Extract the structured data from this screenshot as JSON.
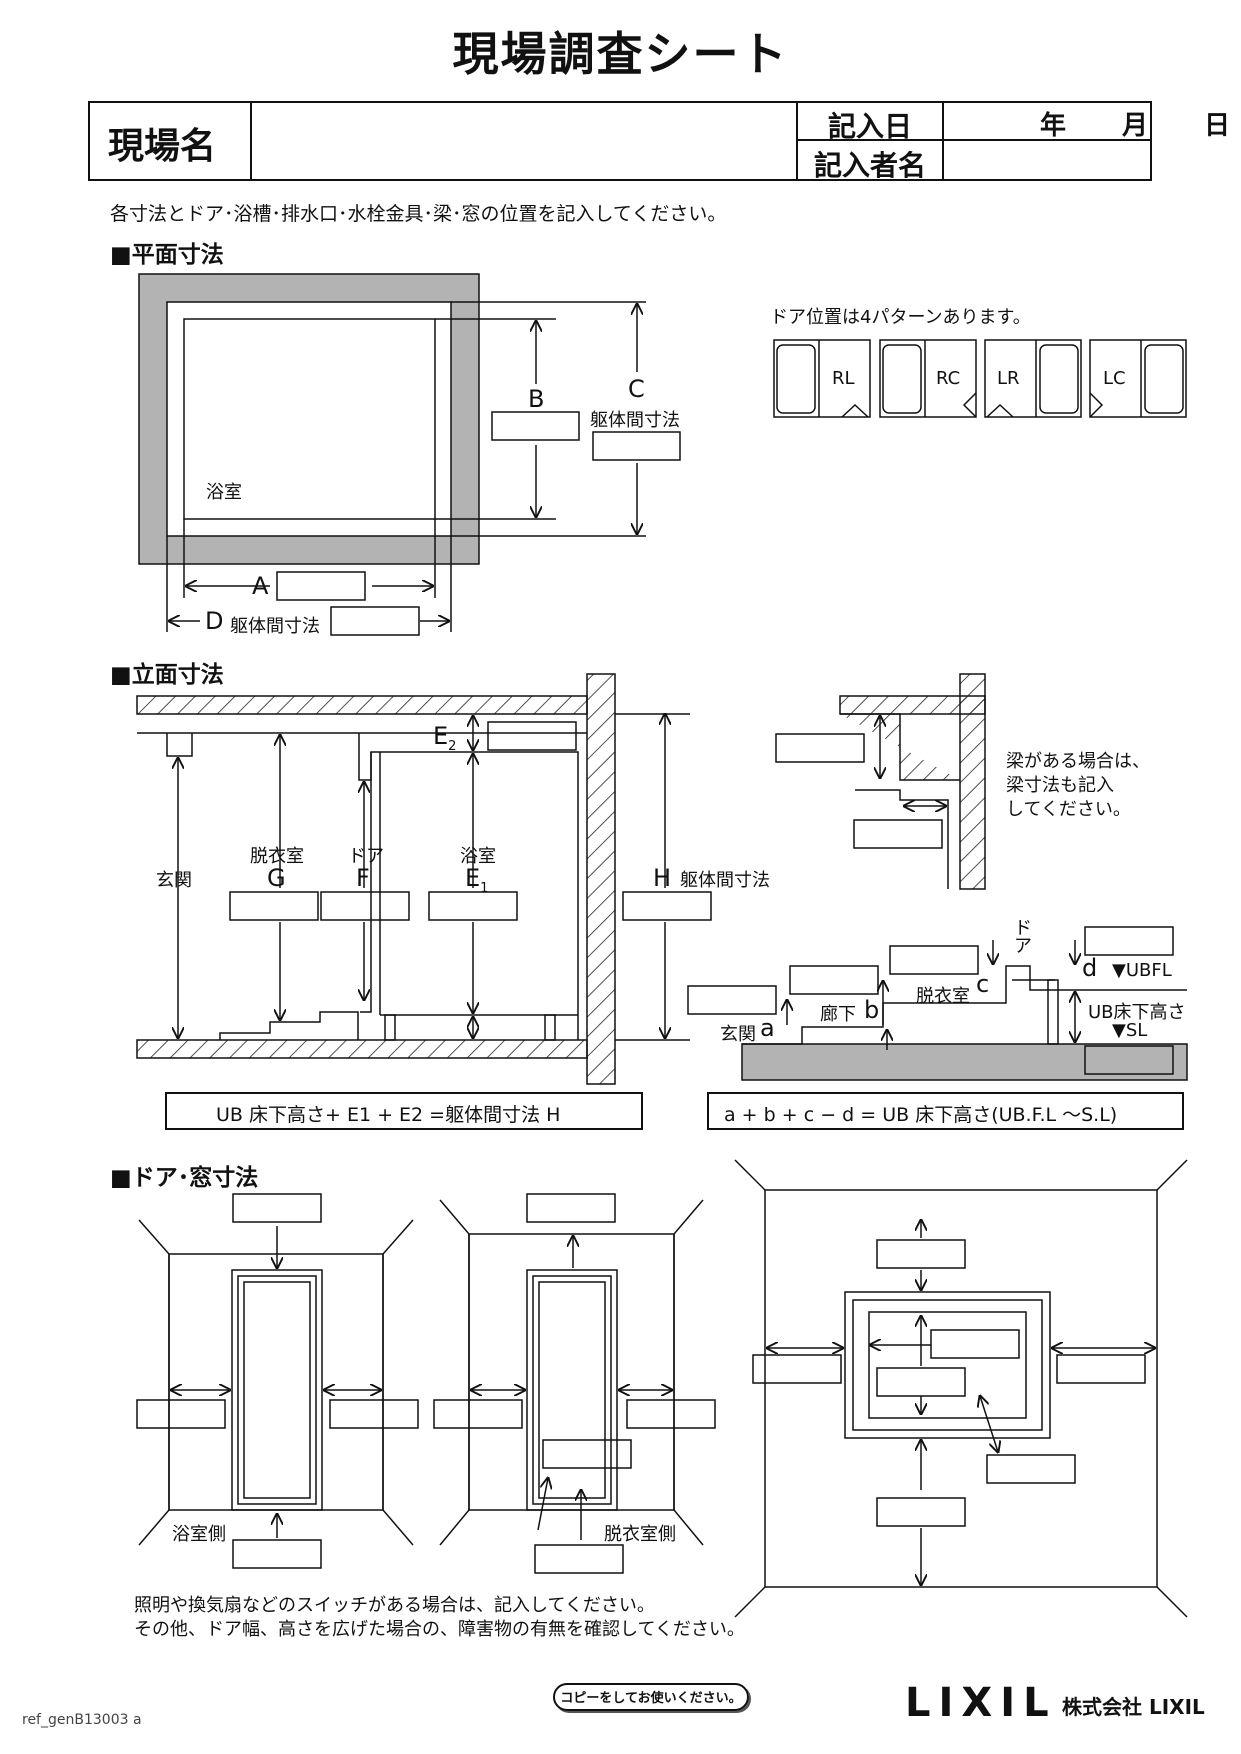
{
  "title": "現場調査シート",
  "header": {
    "site_label": "現場名",
    "date_label": "記入日",
    "date_units": [
      "年",
      "月",
      "日"
    ],
    "writer_label": "記入者名"
  },
  "instruction": "各寸法とドア･浴槽･排水口･水栓金具･梁･窓の位置を記入してください。",
  "plan": {
    "heading": "■平面寸法",
    "room_label": "浴室",
    "label_a": "A",
    "label_b": "B",
    "label_c": "C",
    "label_d": "D",
    "body_dim": "躯体間寸法",
    "door_note": "ドア位置は4パターンあります。",
    "door_patterns": [
      "RL",
      "RC",
      "LR",
      "LC"
    ]
  },
  "elevation": {
    "heading": "■立面寸法",
    "entrance": "玄関",
    "dressing": "脱衣室",
    "door": "ドア",
    "bath": "浴室",
    "g": "G",
    "f": "F",
    "e1": "E",
    "e1_sub": "1",
    "e2": "E",
    "e2_sub": "2",
    "h": "H",
    "body_dim": "躯体間寸法",
    "beam_note": [
      "梁がある場合は、",
      "梁寸法も記入",
      "してください。"
    ],
    "formula_left": "UB 床下高さ+ E1 + E2 =躯体間寸法 H",
    "formula_right": "a + b + c − d = UB 床下高さ(UB.F.L ～S.L)",
    "step_entrance": "玄関",
    "step_a": "a",
    "step_hall": "廊下",
    "step_b": "b",
    "step_dressing": "脱衣室",
    "step_c": "c",
    "step_door": "ドア",
    "step_d": "d",
    "ubfl": "UBFL",
    "ub_floor": "UB床下高さ",
    "sl": "SL"
  },
  "doorwin": {
    "heading": "■ドア･窓寸法",
    "bath_side": "浴室側",
    "dress_side": "脱衣室側",
    "note1": "照明や換気扇などのスイッチがある場合は、記入してください。",
    "note2": "その他、ドア幅、高さを広げた場合の、障害物の有無を確認してください。"
  },
  "footer": {
    "copy_note": "コピーをしてお使いください。",
    "doc_id": "ref_genB13003 a",
    "logo": "LIXIL",
    "company": "株式会社 LIXIL"
  }
}
